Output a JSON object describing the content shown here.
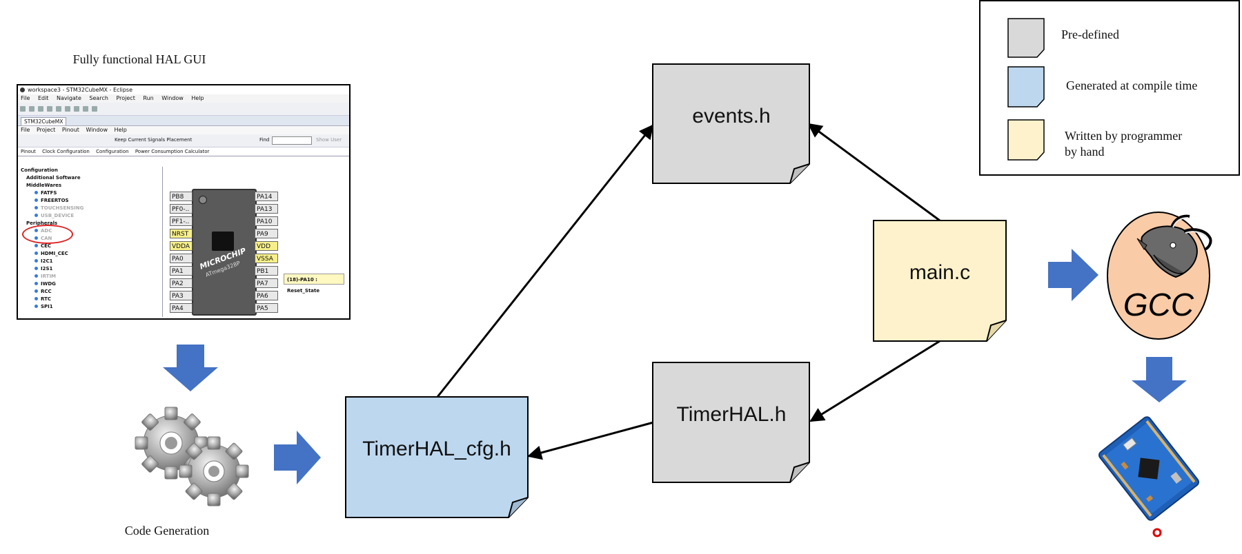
{
  "gui": {
    "caption": "Fully functional HAL GUI",
    "window_title": "workspace3 - STM32CubeMX - Eclipse",
    "menu": [
      "File",
      "Edit",
      "Navigate",
      "Search",
      "Project",
      "Run",
      "Window",
      "Help"
    ],
    "tab": "STM32CubeMX",
    "submenu": [
      "File",
      "Project",
      "Pinout",
      "Window",
      "Help"
    ],
    "keep_signals": "Keep Current Signals Placement",
    "find_label": "Find",
    "show_user": "Show User",
    "tabs": [
      "Pinout",
      "Clock Configuration",
      "Configuration",
      "Power Consumption Calculator"
    ],
    "tree": [
      {
        "label": "Configuration",
        "level": 0,
        "grey": false
      },
      {
        "label": "Additional Software",
        "level": 1,
        "grey": false
      },
      {
        "label": "MiddleWares",
        "level": 1,
        "grey": false
      },
      {
        "label": "FATFS",
        "level": 2,
        "grey": false
      },
      {
        "label": "FREERTOS",
        "level": 2,
        "grey": false
      },
      {
        "label": "TOUCHSENSING",
        "level": 2,
        "grey": true
      },
      {
        "label": "USB_DEVICE",
        "level": 2,
        "grey": true
      },
      {
        "label": "Peripherals",
        "level": 1,
        "grey": false
      },
      {
        "label": "ADC",
        "level": 2,
        "grey": true
      },
      {
        "label": "CAN",
        "level": 2,
        "grey": true
      },
      {
        "label": "CEC",
        "level": 2,
        "grey": false
      },
      {
        "label": "HDMI_CEC",
        "level": 2,
        "grey": false
      },
      {
        "label": "I2C1",
        "level": 2,
        "grey": false
      },
      {
        "label": "I2S1",
        "level": 2,
        "grey": false
      },
      {
        "label": "IRTIM",
        "level": 2,
        "grey": true
      },
      {
        "label": "IWDG",
        "level": 2,
        "grey": false
      },
      {
        "label": "RCC",
        "level": 2,
        "grey": false
      },
      {
        "label": "RTC",
        "level": 2,
        "grey": false
      },
      {
        "label": "SPI1",
        "level": 2,
        "grey": false
      }
    ],
    "pins_left": [
      "PB8",
      "PF0-..",
      "PF1-..",
      "NRST",
      "VDDA",
      "PA0",
      "PA1",
      "PA2",
      "PA3",
      "PA4"
    ],
    "pins_right": [
      "PA14",
      "PA13",
      "PA10",
      "PA9",
      "VDD",
      "VSSA",
      "PB1",
      "PA7",
      "PA6",
      "PA5"
    ],
    "highlight_left": [
      "NRST",
      "VDDA"
    ],
    "highlight_right": [
      "VDD",
      "VSSA"
    ],
    "chip_brand": "MICROCHIP",
    "chip_name": "ATmega328P",
    "tooltip": "(18)-PA10 : Reset_State"
  },
  "codegen_caption": "Code Generation",
  "nodes": {
    "events": "events.h",
    "main": "main.c",
    "timerhal": "TimerHAL.h",
    "timerhal_cfg": "TimerHAL_cfg.h"
  },
  "legend": {
    "items": [
      {
        "label": "Pre-defined",
        "color": "#d9d9d9"
      },
      {
        "label": "Generated at compile time",
        "color": "#bdd7ee"
      },
      {
        "label": "Written by programmer",
        "label2": "by hand",
        "color": "#fdf2cc"
      }
    ]
  },
  "gcc_label": "GCC",
  "colors": {
    "predefined": "#d9d9d9",
    "generated": "#bdd7ee",
    "handwritten": "#fdf2cc",
    "arrow_blue": "#4472c4",
    "egg": "#f9cba6"
  }
}
